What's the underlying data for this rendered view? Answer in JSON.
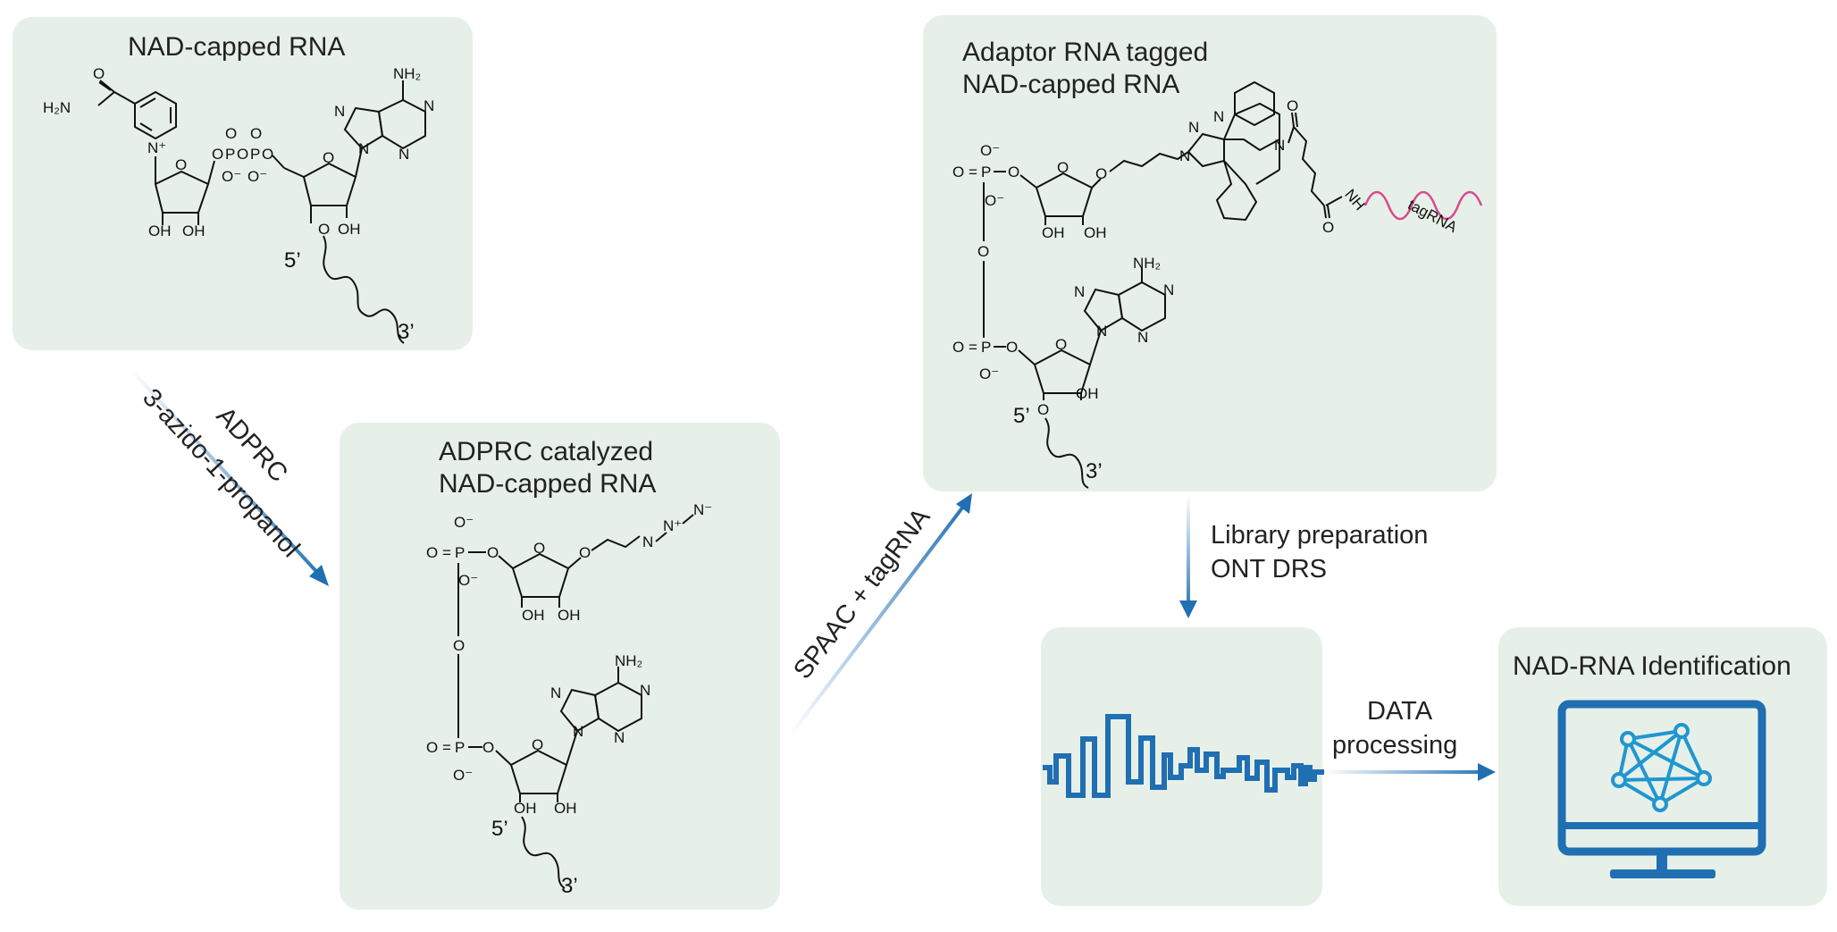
{
  "panels": {
    "nad_capped": {
      "title": "NAD-capped RNA"
    },
    "adprc": {
      "title_line1": "ADPRC catalyzed",
      "title_line2": "NAD-capped RNA"
    },
    "adaptor": {
      "title_line1": "Adaptor RNA tagged",
      "title_line2": "NAD-capped RNA",
      "tag_label": "tagRNA"
    },
    "signal": {},
    "identification": {
      "title": "NAD-RNA Identification"
    }
  },
  "arrows": {
    "step1_top": "ADPRC",
    "step1_bottom": "3-azido-1-propanol",
    "step2": "SPAAC + tagRNA",
    "step3_line1": "Library preparation",
    "step3_line2": "ONT DRS",
    "step4_line1": "DATA",
    "step4_line2": "processing"
  },
  "chem": {
    "h2n": "H₂N",
    "nh2": "NH₂",
    "nh": "NH",
    "o": "O",
    "p": "P",
    "oh": "OH",
    "n": "N",
    "n_plus": "N⁺",
    "n_minus": "N⁻",
    "o_minus": "O⁻",
    "o_eq": "O =",
    "five_prime": "5’",
    "three_prime": "3’"
  },
  "colors": {
    "panel_bg": "#e7f0e8",
    "arrow_blue": "#1f6fb2",
    "monitor_blue": "#1f6fb2",
    "network_blue": "#2196cf",
    "tag_pink": "#d94a8f"
  }
}
